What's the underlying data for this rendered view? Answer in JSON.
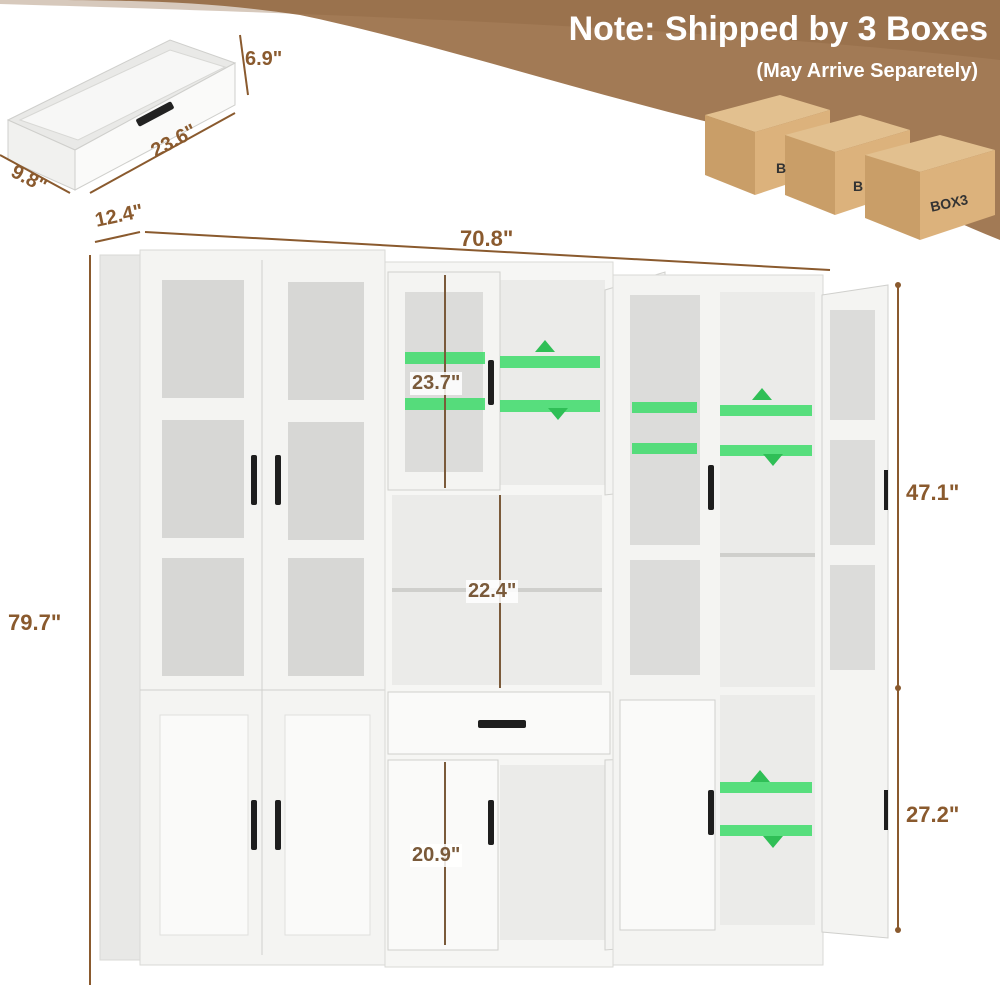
{
  "note": {
    "title": "Note: Shipped by 3 Boxes",
    "subtitle": "(May Arrive Separetely)"
  },
  "boxes": {
    "box1_label": "B",
    "box2_label": "B",
    "box3_label": "BOX3"
  },
  "drawer_dims": {
    "height": "6.9\"",
    "width": "23.6\"",
    "depth": "9.8\""
  },
  "cabinet_dims": {
    "depth": "12.4\"",
    "width": "70.8\"",
    "height": "79.7\"",
    "upper_door_height": "47.1\"",
    "lower_door_height": "27.2\"",
    "top_shelf_space": "23.7\"",
    "middle_shelf_space": "22.4\"",
    "bottom_shelf_space": "20.9\""
  },
  "colors": {
    "banner_brown": "#a27a55",
    "dimension_text": "#8a5a2e",
    "cabinet_white": "#f4f4f2",
    "shelf_arrow_green": "#3ddc6a"
  }
}
